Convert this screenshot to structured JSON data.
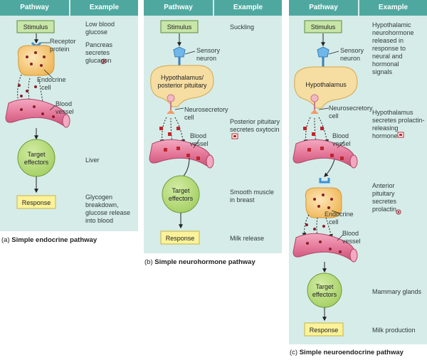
{
  "colors": {
    "panel": "#d6ece9",
    "header": "#4fa8a0",
    "stimulus_box": "#c8e6a8",
    "response_box": "#fbf29a",
    "target_circle": "#b9dc7e",
    "vessel": "#e67a9c",
    "hormone": "#c0242e",
    "cell": "#f7c97a",
    "neuron": "#6fb7e8"
  },
  "panels": [
    {
      "pathway_header": "Pathway",
      "example_header": "Example",
      "stimulus": "Stimulus",
      "target": [
        "Target",
        "effectors"
      ],
      "response": "Response",
      "labels": {
        "receptor": [
          "Receptor",
          "protein"
        ],
        "endocrine": [
          "Endocrine",
          "cell"
        ],
        "vessel": [
          "Blood",
          "vessel"
        ]
      },
      "examples": {
        "stimulus": [
          "Low blood",
          "glucose"
        ],
        "secretion": [
          "Pancreas",
          "secretes",
          "glucagon"
        ],
        "target": [
          "Liver"
        ],
        "response": [
          "Glycogen",
          "breakdown,",
          "glucose release",
          "into blood"
        ]
      },
      "caption_letter": "(a)",
      "caption": "Simple endocrine pathway"
    },
    {
      "pathway_header": "Pathway",
      "example_header": "Example",
      "stimulus": "Stimulus",
      "target": [
        "Target",
        "effectors"
      ],
      "response": "Response",
      "labels": {
        "sensory": [
          "Sensory",
          "neuron"
        ],
        "hypothalamus": [
          "Hypothalamus/",
          "posterior pituitary"
        ],
        "neurosecretory": [
          "Neurosecretory",
          "cell"
        ],
        "vessel": [
          "Blood",
          "vessel"
        ]
      },
      "examples": {
        "stimulus": [
          "Suckling"
        ],
        "secretion": [
          "Posterior pituitary",
          "secretes oxytocin"
        ],
        "target": [
          "Smooth muscle",
          "in breast"
        ],
        "response": [
          "Milk release"
        ]
      },
      "caption_letter": "(b)",
      "caption": "Simple neurohormone pathway"
    },
    {
      "pathway_header": "Pathway",
      "example_header": "Example",
      "stimulus": "Stimulus",
      "target": [
        "Target",
        "effectors"
      ],
      "response": "Response",
      "labels": {
        "sensory": [
          "Sensory",
          "neuron"
        ],
        "hypothalamus": [
          "Hypothalamus"
        ],
        "neurosecretory": [
          "Neurosecretory",
          "cell"
        ],
        "vessel1": [
          "Blood",
          "vessel"
        ],
        "endocrine": [
          "Endocrine",
          "cell"
        ],
        "vessel2": [
          "Blood",
          "vessel"
        ]
      },
      "examples": {
        "stimulus": [
          "Hypothalamic",
          "neurohormone",
          "released in",
          "response to",
          "neural and",
          "hormonal",
          "signals"
        ],
        "secretion": [
          "Hypothalamus",
          "secretes prolactin-",
          "releasing",
          "hormone"
        ],
        "pituitary": [
          "Anterior",
          "pituitary",
          "secretes",
          "prolactin"
        ],
        "target": [
          "Mammary glands"
        ],
        "response": [
          "Milk production"
        ]
      },
      "caption_letter": "(c)",
      "caption": "Simple neuroendocrine pathway"
    }
  ]
}
